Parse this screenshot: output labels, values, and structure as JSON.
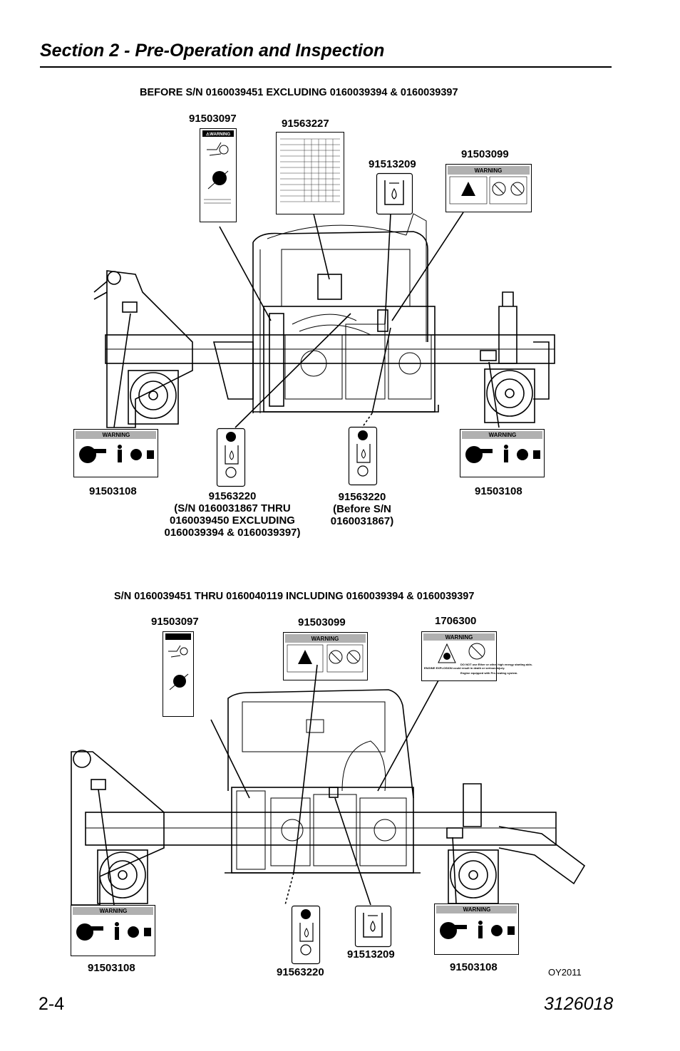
{
  "header": {
    "section_title": "Section 2 - Pre-Operation and Inspection"
  },
  "diagram_top": {
    "heading": "BEFORE S/N 0160039451 EXCLUDING 0160039394 & 0160039397",
    "labels": {
      "decal_a": "91503097",
      "decal_b": "91563227",
      "decal_c": "91513209",
      "decal_d": "91503099",
      "decal_e": "91503108",
      "decal_f_lines": [
        "91563220",
        "(S/N 0160031867 THRU",
        "0160039450 EXCLUDING",
        "0160039394 & 0160039397)"
      ],
      "decal_g_lines": [
        "91563220",
        "(Before S/N",
        "0160031867)"
      ],
      "decal_h": "91503108"
    }
  },
  "diagram_bottom": {
    "heading": "S/N 0160039451 THRU 0160040119 INCLUDING 0160039394 & 0160039397",
    "labels": {
      "decal_a": "91503097",
      "decal_b": "91503099",
      "decal_c": "1706300",
      "decal_e": "91503108",
      "decal_f": "91563220",
      "decal_g": "91513209",
      "decal_h": "91503108"
    }
  },
  "decal_text": {
    "warning": "WARNING",
    "engine_explosion": "ENGINE EXPLOSION could result in death or serious injury.",
    "do_not_use": "DO NOT use Ether or other high energy starting aids.",
    "engine_equipped": "Engine equipped with Pre-heating system."
  },
  "figure_id": "OY2011",
  "footer": {
    "page_number": "2-4",
    "doc_number": "3126018"
  },
  "colors": {
    "decal_band": "#b0b0b0",
    "ink": "#000000"
  }
}
